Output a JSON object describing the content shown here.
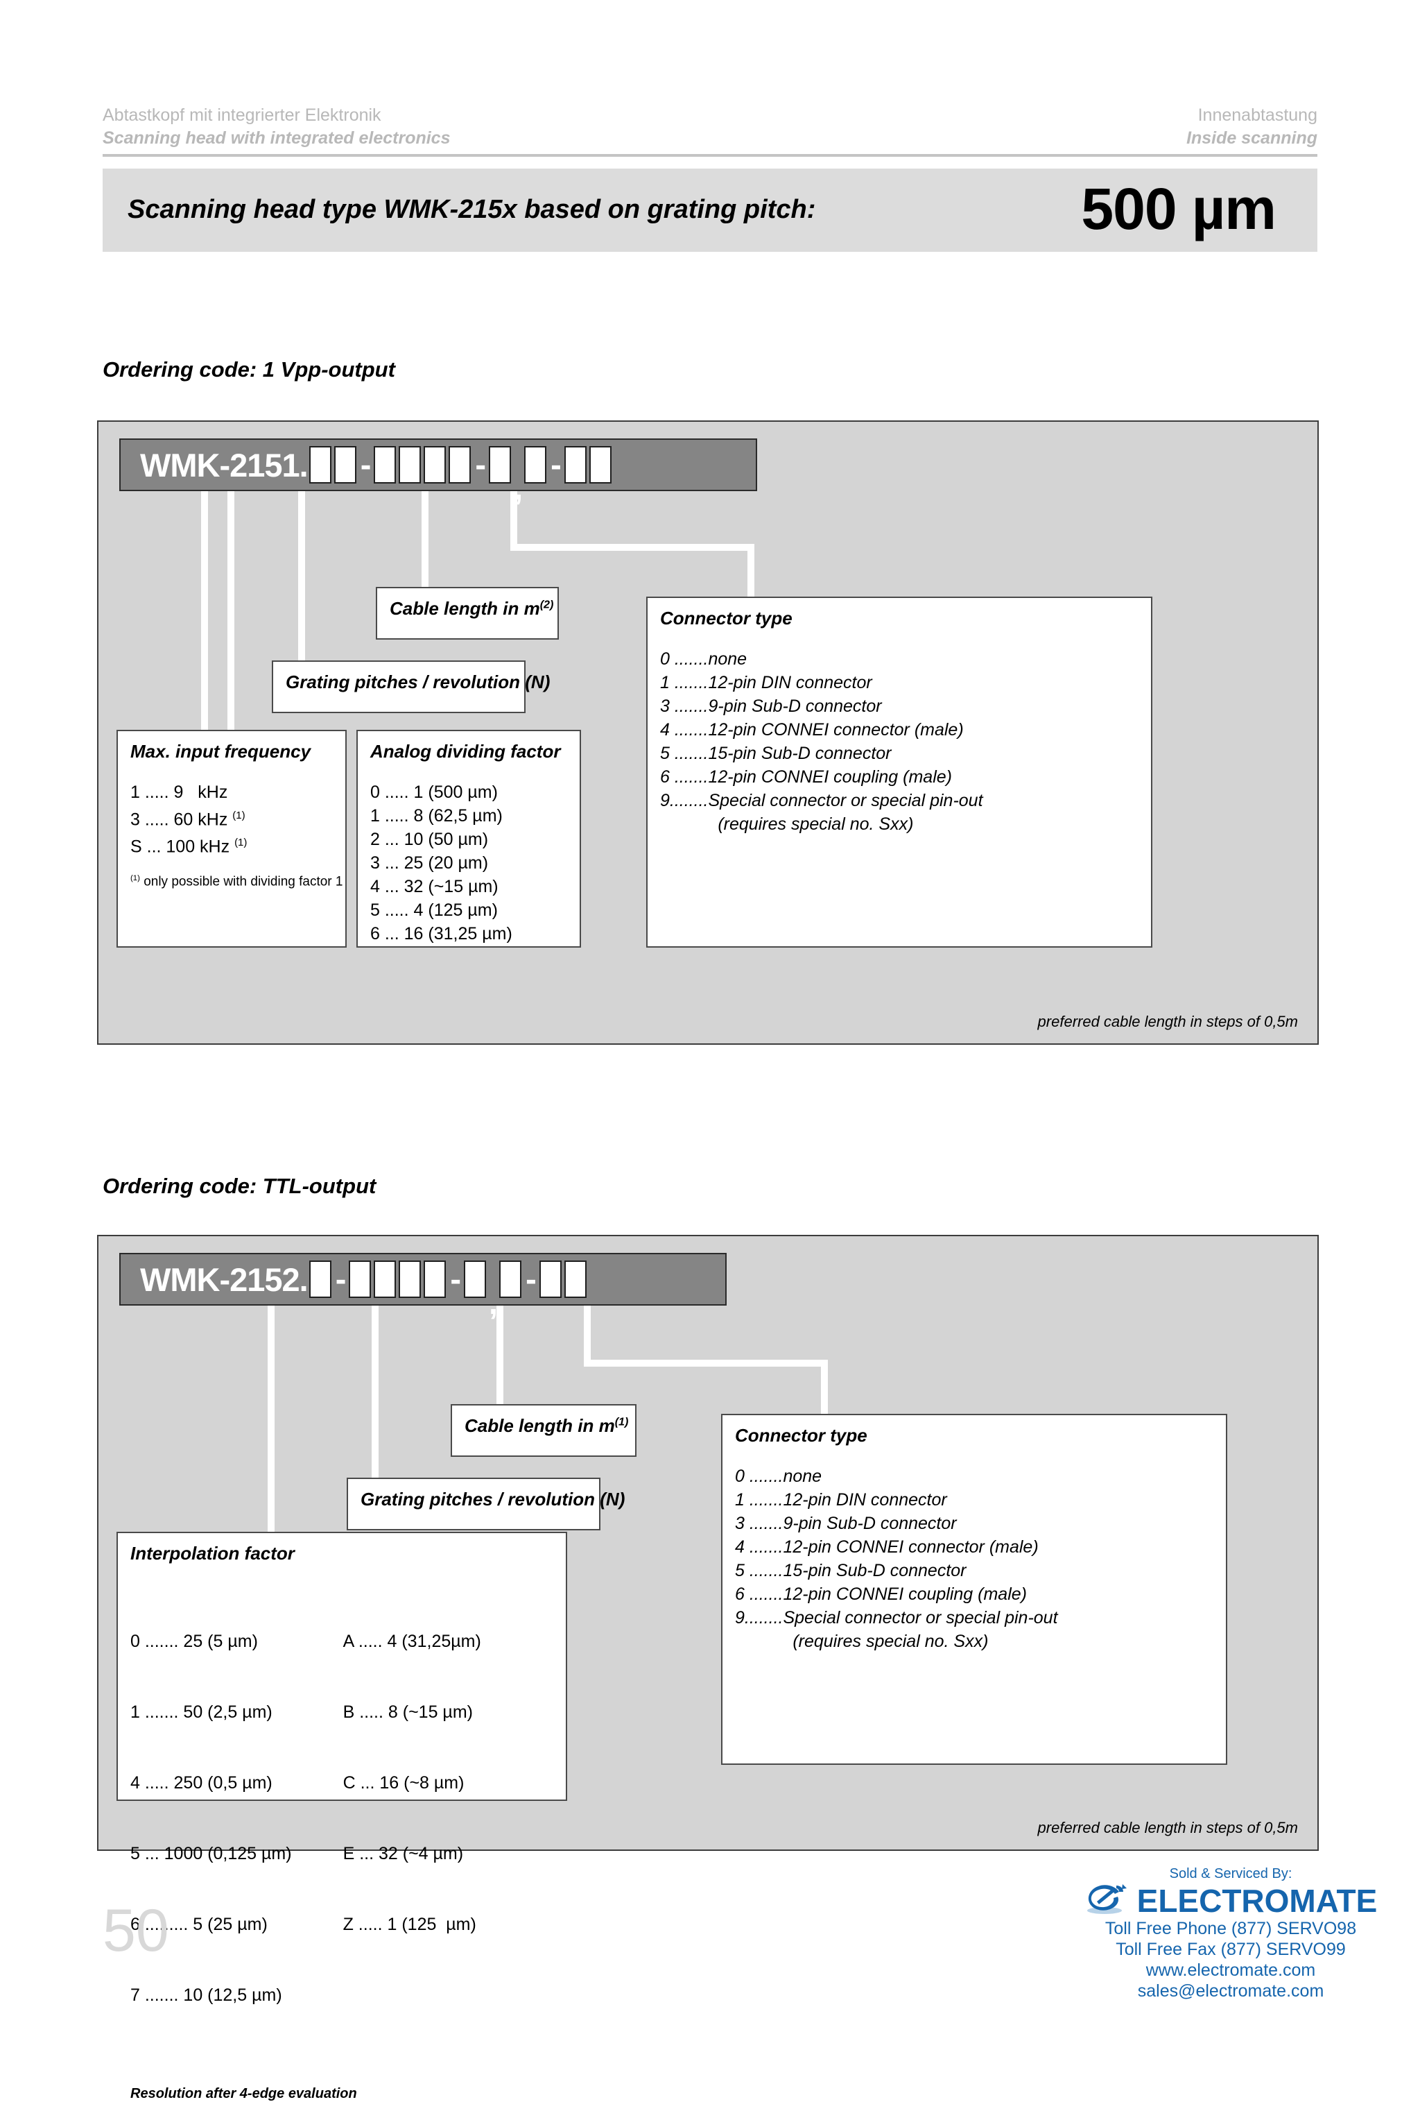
{
  "header": {
    "left_de": "Abtastkopf mit integrierter Elektronik",
    "left_en": "Scanning head with integrated electronics",
    "right_de": "Innenabtastung",
    "right_en": "Inside scanning"
  },
  "title_band": {
    "text": "Scanning head type WMK-215x based on grating pitch:",
    "pitch": "500 µm"
  },
  "sections": {
    "vpp": {
      "heading": "Ordering code: 1 Vpp-output",
      "code_prefix": "WMK-2151.",
      "code_pattern": "BB-BBBB-B,B-BB",
      "panel_note": "preferred cable length in steps of 0,5m",
      "callouts": {
        "max_input_frequency": {
          "title": "Max. input frequency",
          "options": [
            "1 ..... 9   kHz",
            "3 ..... 60 kHz ",
            "S ... 100 kHz "
          ],
          "note": " only possible with dividing factor 1"
        },
        "analog_dividing_factor": {
          "title": "Analog dividing factor",
          "options": [
            "0 ..... 1 (500 µm)",
            "1 ..... 8 (62,5 µm)",
            "2 ... 10 (50 µm)",
            "3 ... 25 (20 µm)",
            "4 ... 32 (~15 µm)",
            "5 ..... 4 (125 µm)",
            "6 ... 16 (31,25 µm)"
          ]
        },
        "grating_pitches": {
          "title": "Grating pitches / revolution (N)"
        },
        "cable_length": {
          "title": "Cable length in m",
          "sup": "(2)"
        },
        "connector_type": {
          "title": "Connector type",
          "options": [
            "0 .......none",
            "1 .......12-pin DIN connector",
            "3 .......9-pin Sub-D connector",
            "4 .......12-pin CONNEI connector (male)",
            "5 .......15-pin Sub-D connector",
            "6 .......12-pin CONNEI coupling (male)",
            "9........Special connector or special pin-out",
            "            (requires special no. Sxx)"
          ]
        }
      }
    },
    "ttl": {
      "heading": "Ordering code: TTL-output",
      "code_prefix": "WMK-2152.",
      "code_pattern": "B-BBBB-B,B-BB",
      "panel_note": "preferred cable length in steps of 0,5m",
      "callouts": {
        "interpolation_factor": {
          "title": "Interpolation factor",
          "options_left": [
            "0 ....... 25 (5 µm)",
            "1 ....... 50 (2,5 µm)",
            "4 ..... 250 (0,5 µm)",
            "5 ... 1000 (0,125 µm)",
            "6 ......... 5 (25 µm)",
            "7 ....... 10 (12,5 µm)"
          ],
          "options_right": [
            "A ..... 4 (31,25µm)",
            "B ..... 8 (~15 µm)",
            "C ... 16 (~8 µm)",
            "E ... 32 (~4 µm)",
            "Z ..... 1 (125  µm)"
          ],
          "note": "Resolution after 4-edge evaluation"
        },
        "grating_pitches": {
          "title": "Grating pitches / revolution (N)"
        },
        "cable_length": {
          "title": "Cable length in m",
          "sup": "(1)"
        },
        "connector_type": {
          "title": "Connector type",
          "options": [
            "0 .......none",
            "1 .......12-pin DIN connector",
            "3 .......9-pin Sub-D connector",
            "4 .......12-pin CONNEI connector (male)",
            "5 .......15-pin Sub-D connector",
            "6 .......12-pin CONNEI coupling (male)",
            "9........Special connector or special pin-out",
            "            (requires special no. Sxx)"
          ]
        }
      }
    }
  },
  "page_number": "50",
  "footer": {
    "sold_by": "Sold & Serviced By:",
    "brand": "ELECTROMATE",
    "phone": "Toll Free Phone  (877) SERVO98",
    "fax": "Toll Free Fax  (877) SERVO99",
    "website": "www.electromate.com",
    "email": "sales@electromate.com",
    "brand_color": "#1565ad"
  }
}
